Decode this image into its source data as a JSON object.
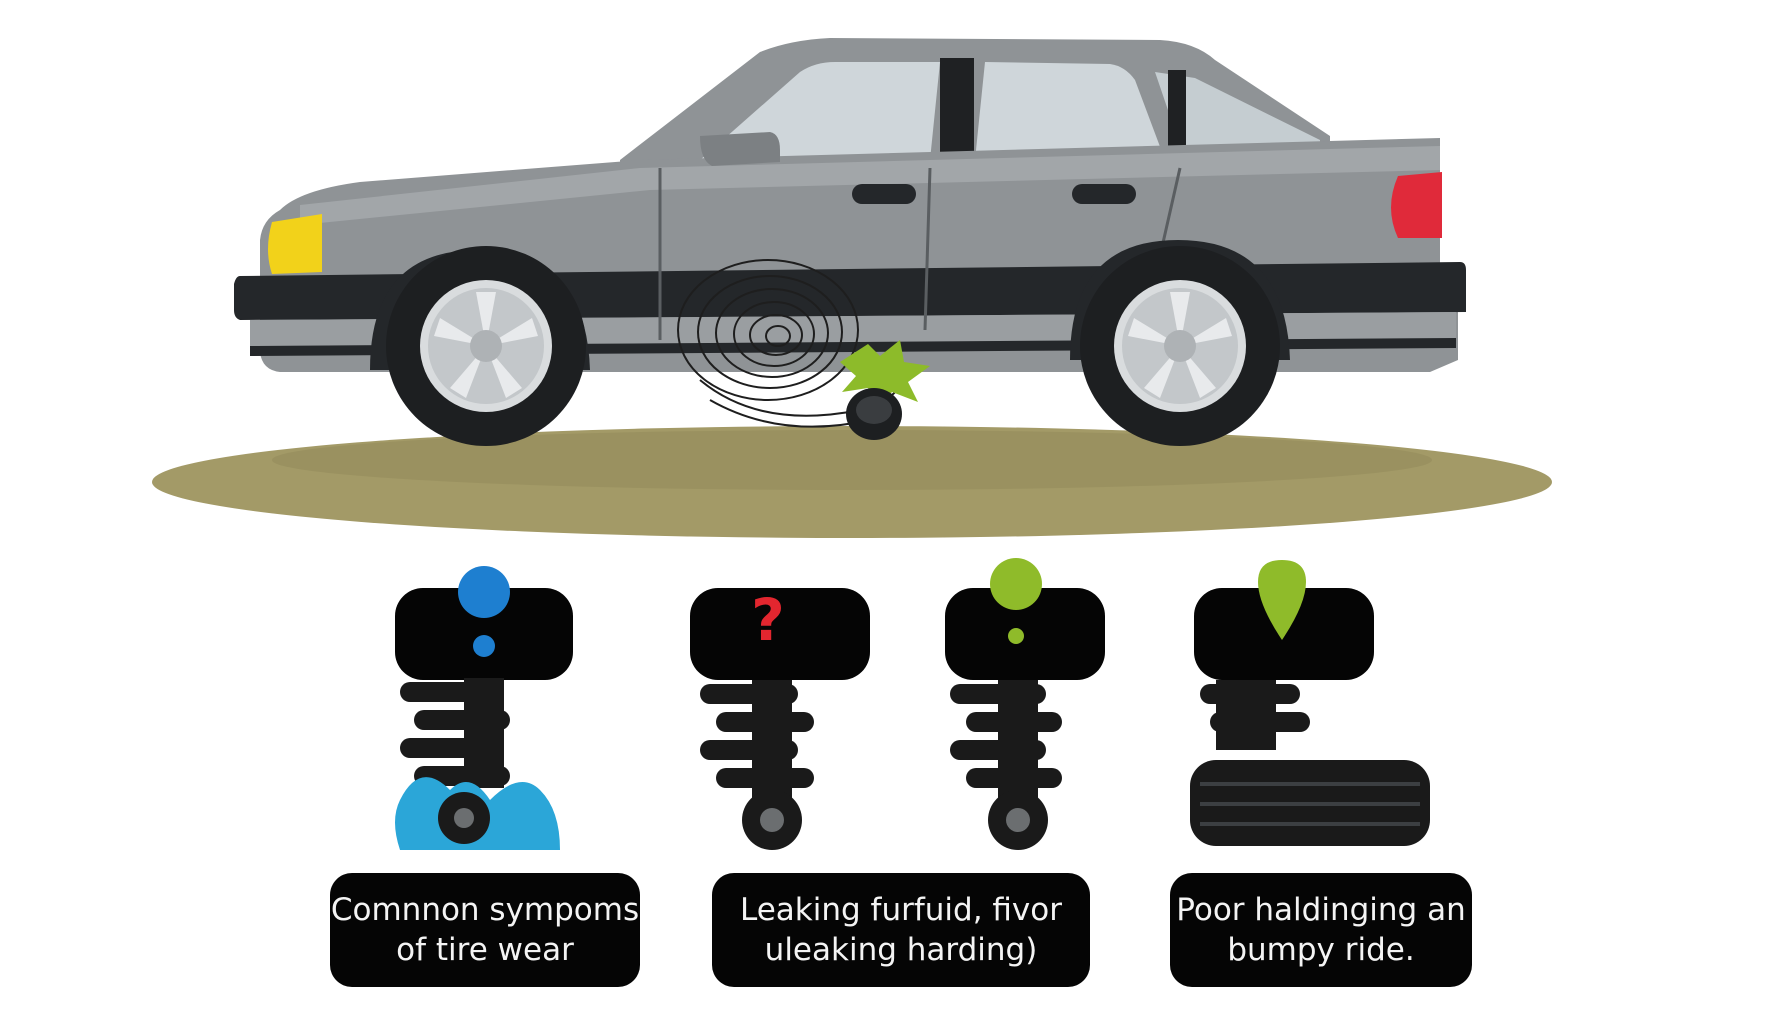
{
  "illustration": {
    "car": "gray-sedan",
    "colors": {
      "car_body": "#8f9396",
      "car_dark": "#2b2e30",
      "headlight": "#f2d21a",
      "taillight": "#e02a3a",
      "ground": "#a39a67",
      "leak_green": "#8dbb2a",
      "water_blue": "#2ba6d8"
    }
  },
  "symptoms": [
    {
      "marker_icon": "blue-exclamation-icon",
      "marker_color": "#1e7fd0",
      "caption_line1": "Comnnon sympoms",
      "caption_line2": "of tire wear"
    },
    {
      "marker_icon": "red-question-icon",
      "marker_color": "#e3262f",
      "caption_line1": "Leaking furfuid, fivor",
      "caption_line2": "uleaking harding)"
    },
    {
      "marker_icon": "green-exclamation-icon",
      "marker_color": "#8fbb2a",
      "caption_line1": "Poor haldinging an",
      "caption_line2": "bumpy ride."
    }
  ]
}
